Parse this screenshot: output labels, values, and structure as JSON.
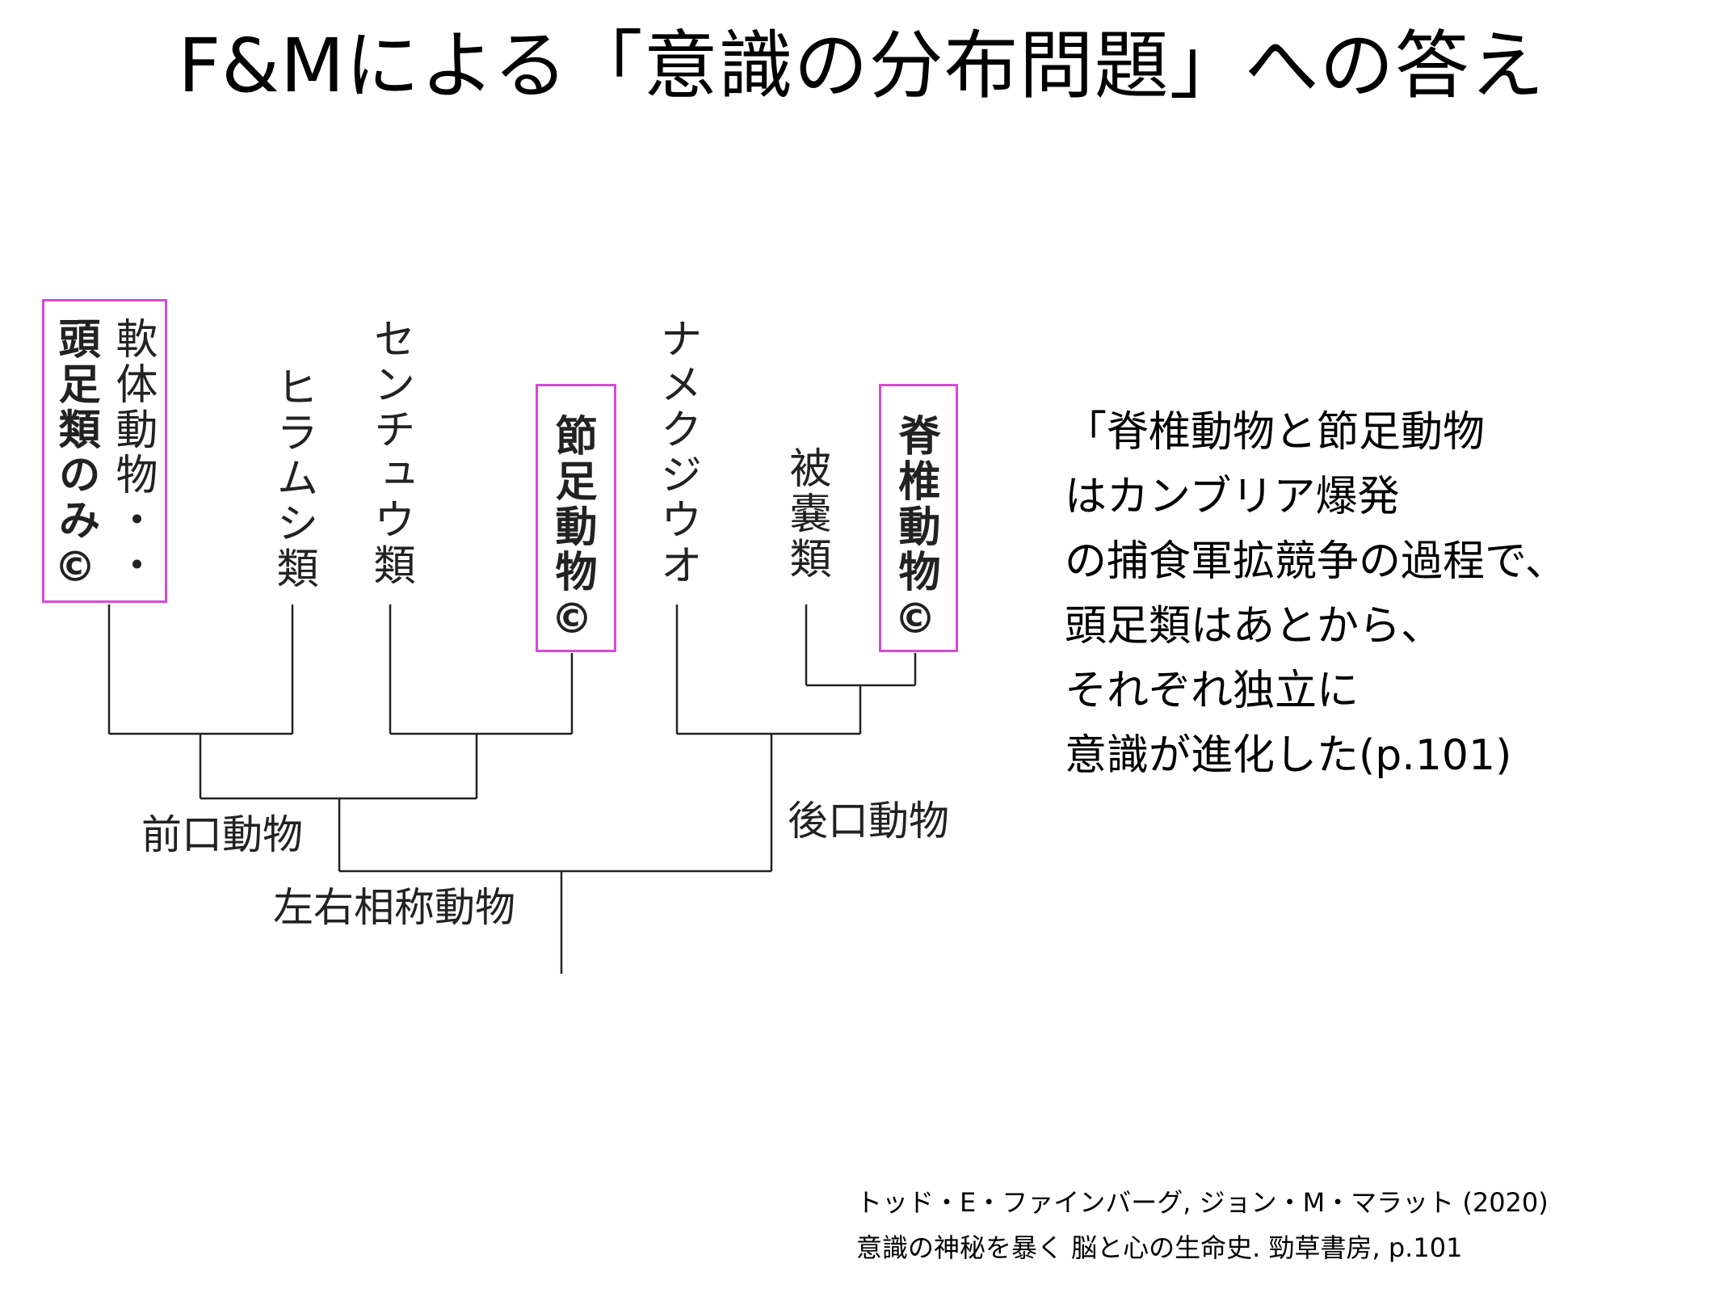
{
  "slide": {
    "title": "F&Mによる「意識の分布問題」への答え"
  },
  "tree": {
    "taxa": [
      {
        "id": "mollusk",
        "col1": "軟体動物・・",
        "col2": "頭足類のみ©",
        "highlighted": true
      },
      {
        "id": "flatworm",
        "label": "ヒラムシ類",
        "highlighted": false
      },
      {
        "id": "nematode",
        "label": "センチュウ類",
        "highlighted": false
      },
      {
        "id": "arthropod",
        "label": "節足動物©",
        "highlighted": true
      },
      {
        "id": "acornworm",
        "label": "ナメクジウオ",
        "highlighted": false
      },
      {
        "id": "tunicate",
        "label": "被嚢類",
        "highlighted": false
      },
      {
        "id": "vertebrate",
        "label": "脊椎動物©",
        "highlighted": true
      }
    ],
    "clades": {
      "protostome": "前口動物",
      "deuterostome": "後口動物",
      "bilateria": "左右相称動物"
    },
    "highlight_color": "#d64bd6"
  },
  "quote": {
    "text": "「脊椎動物と節足動物\nはカンブリア爆発\nの捕食軍拡競争の過程で、\n頭足類はあとから、\nそれぞれ独立に\n意識が進化した(p.101)"
  },
  "citation": {
    "line1": "トッド・E・ファインバーグ, ジョン・M・マラット (2020)",
    "line2": "意識の神秘を暴く 脳と心の生命史. 勁草書房, p.101"
  }
}
